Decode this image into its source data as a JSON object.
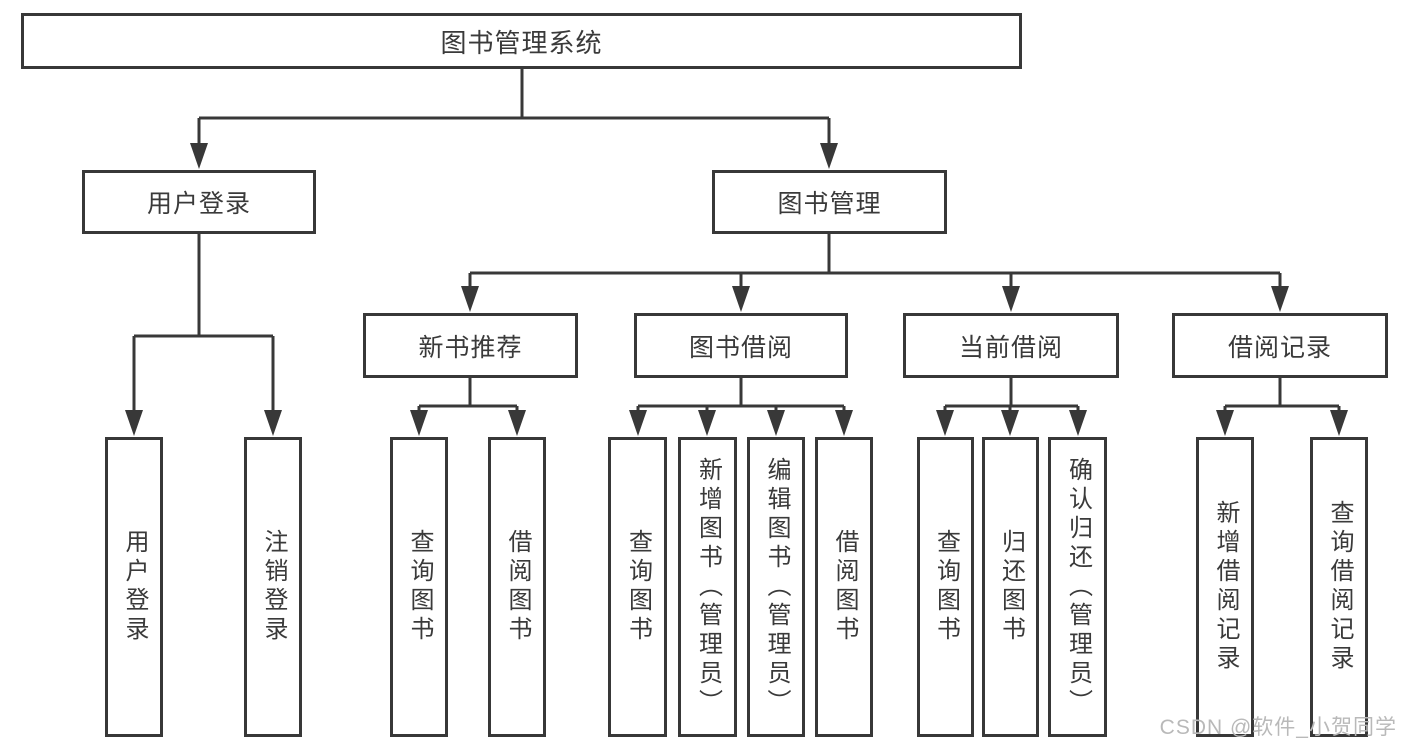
{
  "diagram": {
    "root": {
      "label": "图书管理系统"
    },
    "level2": [
      {
        "label": "用户登录",
        "parent": "图书管理系统"
      },
      {
        "label": "图书管理",
        "parent": "图书管理系统"
      }
    ],
    "level3": [
      {
        "label": "新书推荐",
        "parent": "图书管理"
      },
      {
        "label": "图书借阅",
        "parent": "图书管理"
      },
      {
        "label": "当前借阅",
        "parent": "图书管理"
      },
      {
        "label": "借阅记录",
        "parent": "图书管理"
      }
    ],
    "leaves": [
      {
        "label": "用户登录",
        "parent": "用户登录"
      },
      {
        "label": "注销登录",
        "parent": "用户登录"
      },
      {
        "label": "查询图书",
        "parent": "新书推荐"
      },
      {
        "label": "借阅图书",
        "parent": "新书推荐"
      },
      {
        "label": "查询图书",
        "parent": "图书借阅"
      },
      {
        "label": "新增图书（管理员）",
        "parent": "图书借阅"
      },
      {
        "label": "编辑图书（管理员）",
        "parent": "图书借阅"
      },
      {
        "label": "借阅图书",
        "parent": "图书借阅"
      },
      {
        "label": "查询图书",
        "parent": "当前借阅"
      },
      {
        "label": "归还图书",
        "parent": "当前借阅"
      },
      {
        "label": "确认归还（管理员）",
        "parent": "当前借阅"
      },
      {
        "label": "新增借阅记录",
        "parent": "借阅记录"
      },
      {
        "label": "查询借阅记录",
        "parent": "借阅记录"
      }
    ]
  },
  "watermark": {
    "text": "CSDN @软件_小贺同学"
  },
  "colors": {
    "line": "#383838",
    "text": "#3a3a3a",
    "watermark": "#b9b9b9",
    "background": "#ffffff"
  }
}
